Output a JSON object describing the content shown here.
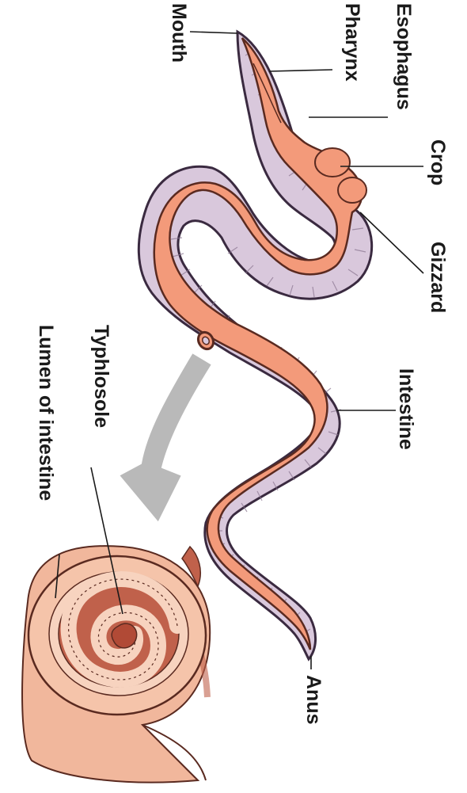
{
  "labels": {
    "mouth": "Mouth",
    "pharynx": "Pharynx",
    "esophagus": "Esophagus",
    "crop": "Crop",
    "gizzard": "Gizzard",
    "intestine": "Intestine",
    "anus": "Anus",
    "typhlosole": "Typhlosole",
    "lumen": "Lumen of intestine"
  },
  "colors": {
    "body_wall": "#d9c8dc",
    "body_outline": "#3a2a40",
    "gut": "#f39a7a",
    "gut_outline": "#5a2a20",
    "tissue": "#f1b79c",
    "tissue_dark": "#c0614b",
    "arrow": "#b9b9b9"
  }
}
